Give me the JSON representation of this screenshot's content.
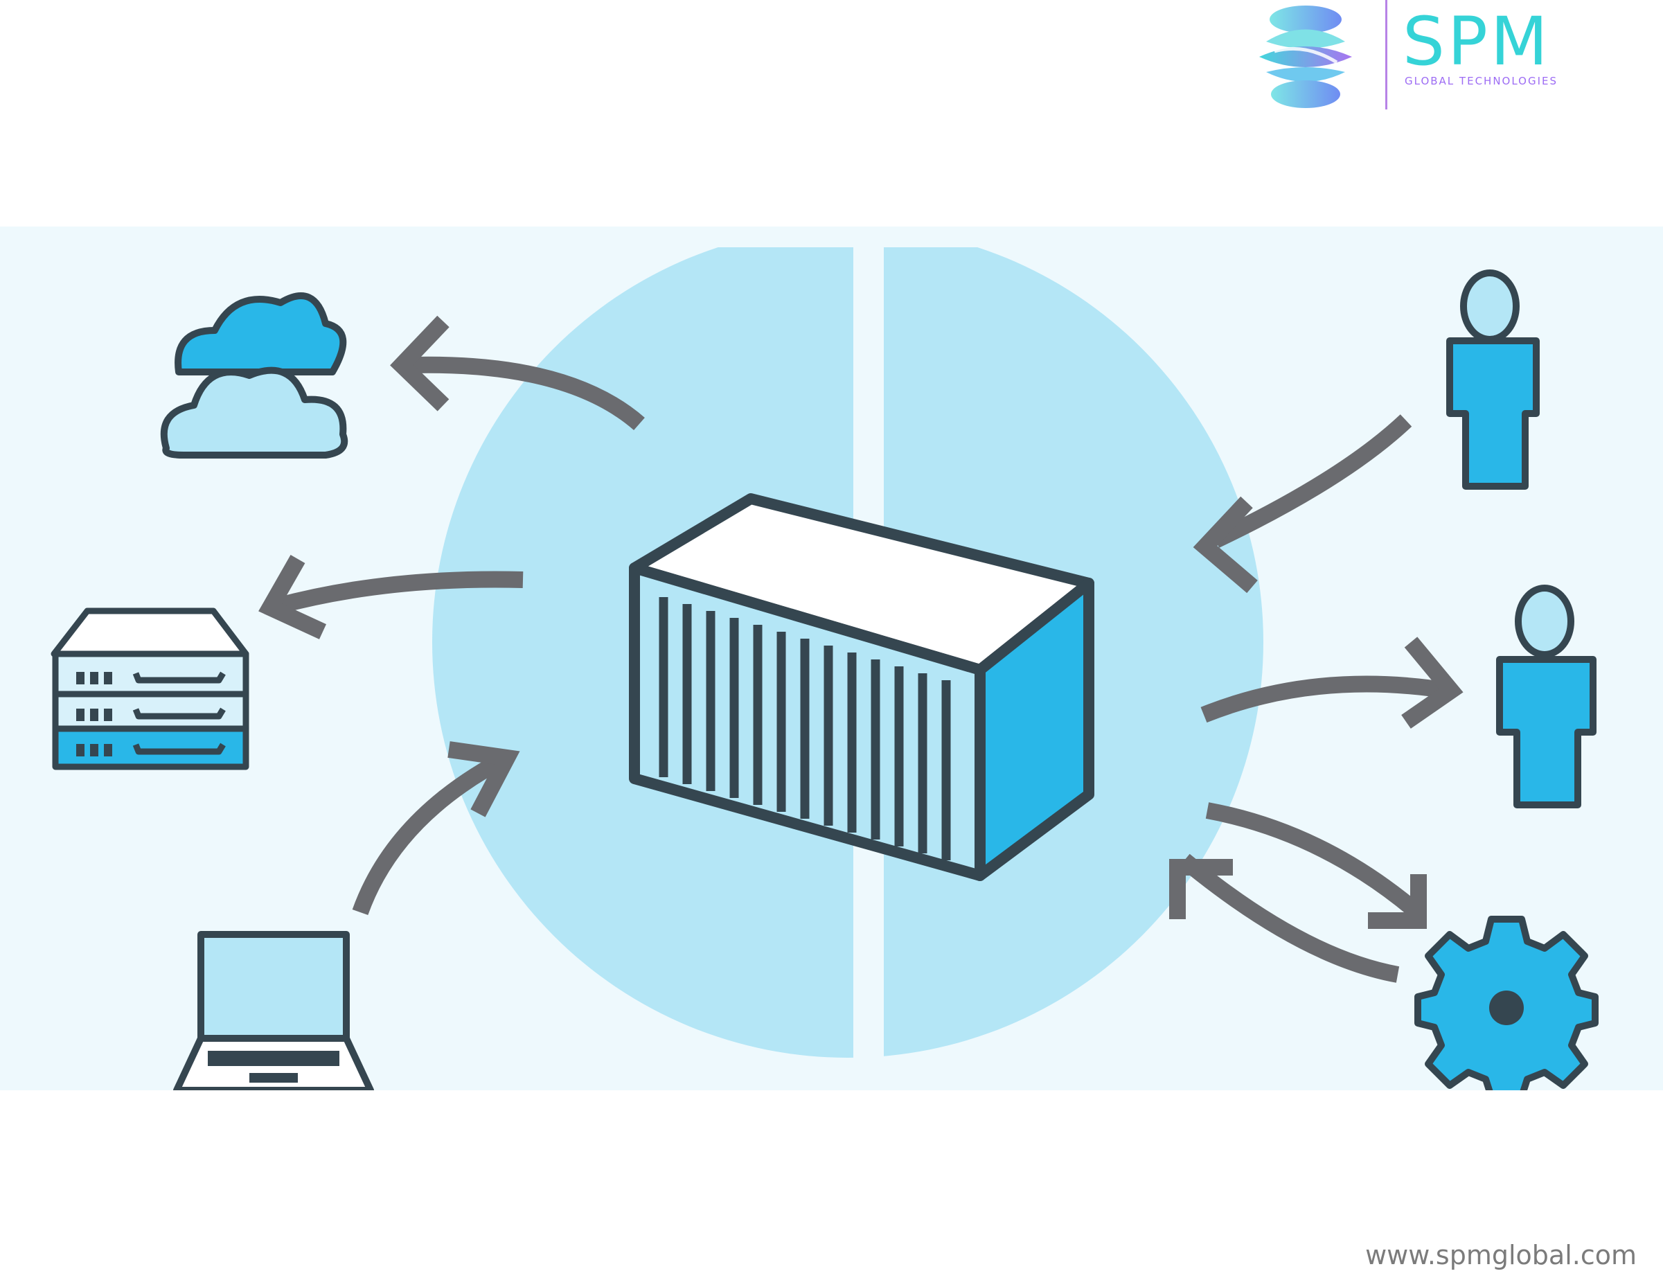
{
  "header": {
    "logo": {
      "title": "SPM",
      "subtitle": "GLOBAL TECHNOLOGIES",
      "icon": "spm-globe-logo"
    }
  },
  "diagram": {
    "center": {
      "icon": "shipping-container-icon"
    },
    "left_items": [
      {
        "name": "cloud",
        "icon": "cloud-icon",
        "direction": "outgoing"
      },
      {
        "name": "server",
        "icon": "server-rack-icon",
        "direction": "outgoing"
      },
      {
        "name": "laptop",
        "icon": "laptop-icon",
        "direction": "incoming"
      }
    ],
    "right_items": [
      {
        "name": "user-top",
        "icon": "person-icon",
        "direction": "incoming"
      },
      {
        "name": "user-middle",
        "icon": "person-icon",
        "direction": "outgoing"
      },
      {
        "name": "settings",
        "icon": "gear-icon",
        "direction": "bidirectional"
      }
    ],
    "colors": {
      "background": "#eef9fd",
      "circle": "#b4e6f6",
      "accent": "#29b7e8",
      "outline": "#354650",
      "arrow": "#6a6b6f"
    }
  },
  "footer": {
    "url": "www.spmglobal.com"
  }
}
